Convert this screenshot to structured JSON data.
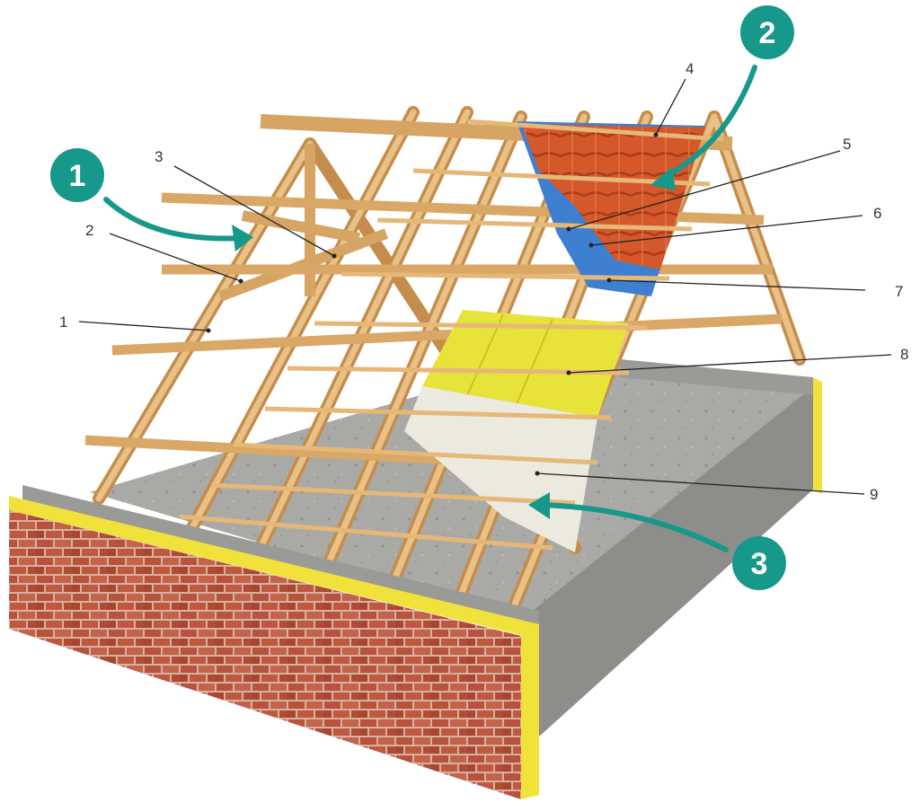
{
  "colors": {
    "teal": "#16988a",
    "wood": "#e3b371",
    "wood_dark": "#c48d4c",
    "tile": "#d5582a",
    "tile_dark": "#a93c18",
    "membrane": "#3f7fd0",
    "insulation": "#e8e33a",
    "board": "#ece9df",
    "concrete": "#a9a9a6",
    "brick": "#b9523d",
    "mortar": "#d9b9a8",
    "yellow_strip": "#f0e23a"
  },
  "callouts": [
    {
      "label": "1"
    },
    {
      "label": "2"
    },
    {
      "label": "3"
    },
    {
      "label": "4"
    },
    {
      "label": "5"
    },
    {
      "label": "6"
    },
    {
      "label": "7"
    },
    {
      "label": "8"
    },
    {
      "label": "9"
    }
  ],
  "badges": [
    {
      "label": "1"
    },
    {
      "label": "2"
    },
    {
      "label": "3"
    }
  ]
}
